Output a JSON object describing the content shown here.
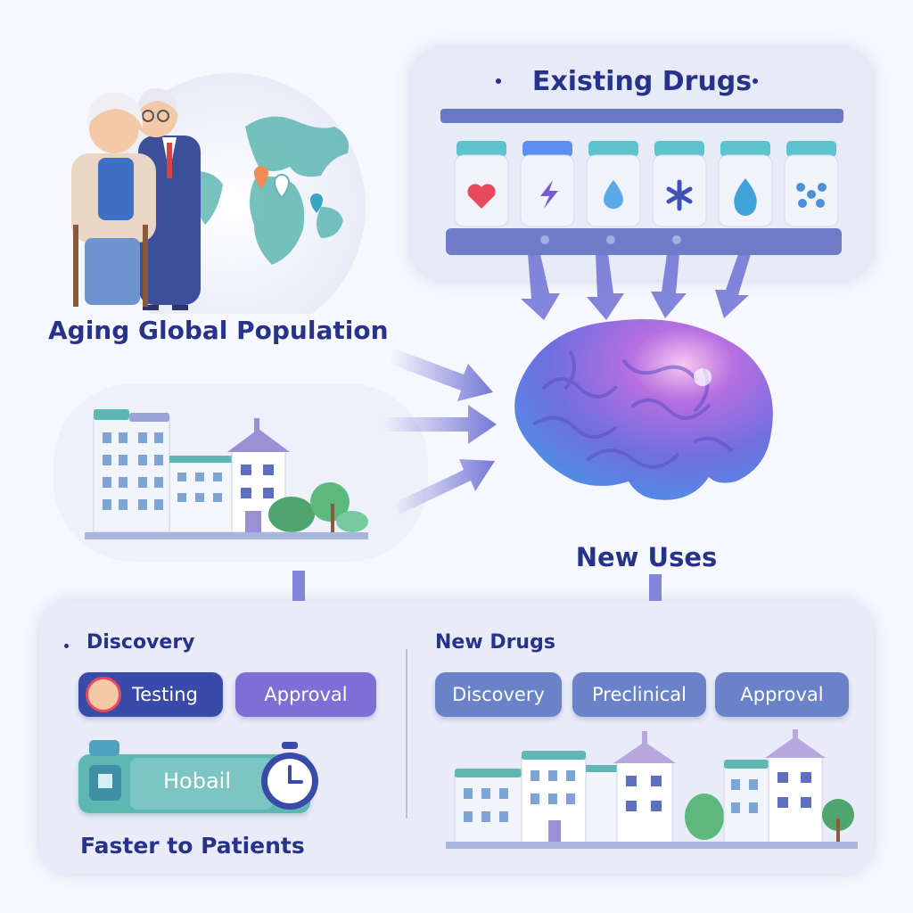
{
  "labels": {
    "existing_drugs": "Existing Drugs",
    "aging_population": "Aging Global Population",
    "new_uses": "New Uses",
    "faster_to_patients": "Faster to Patients"
  },
  "repurposing_path": {
    "heading": "Discovery",
    "steps": [
      "Testing",
      "Approval"
    ],
    "device_label": "Hobail"
  },
  "traditional_path": {
    "heading": "New Drugs",
    "steps": [
      "Discovery",
      "Preclinical",
      "Approval"
    ]
  },
  "drug_bottles": [
    {
      "icon": "heart-icon"
    },
    {
      "icon": "lightning-icon"
    },
    {
      "icon": "droplet-icon"
    },
    {
      "icon": "sparkle-icon"
    },
    {
      "icon": "drop-icon"
    },
    {
      "icon": "molecule-icon"
    }
  ],
  "colors": {
    "heading": "#27338a",
    "pill_dark": "#3a4aa8",
    "pill_purple": "#7e6ed6",
    "pill_blue": "#6a82c8",
    "arrow": "#6f72d4"
  }
}
